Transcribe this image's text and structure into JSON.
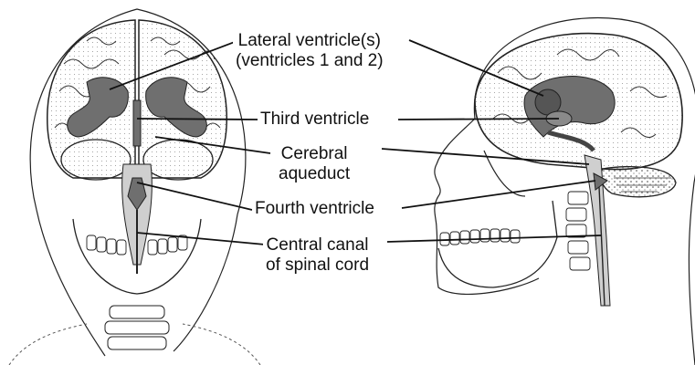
{
  "diagram": {
    "labels": [
      {
        "id": "lateral",
        "lines": [
          "Lateral ventricle(s)",
          "(ventricles 1 and 2)"
        ]
      },
      {
        "id": "third",
        "lines": [
          "Third ventricle"
        ]
      },
      {
        "id": "aqueduct",
        "lines": [
          "Cerebral",
          "aqueduct"
        ]
      },
      {
        "id": "fourth",
        "lines": [
          "Fourth ventricle"
        ]
      },
      {
        "id": "canal",
        "lines": [
          "Central canal",
          "of spinal cord"
        ]
      }
    ]
  },
  "colors": {
    "ink": "#111111",
    "ventricle_fill": "#6f6f6f",
    "shade": "#cfcfcf",
    "paper": "#ffffff"
  }
}
